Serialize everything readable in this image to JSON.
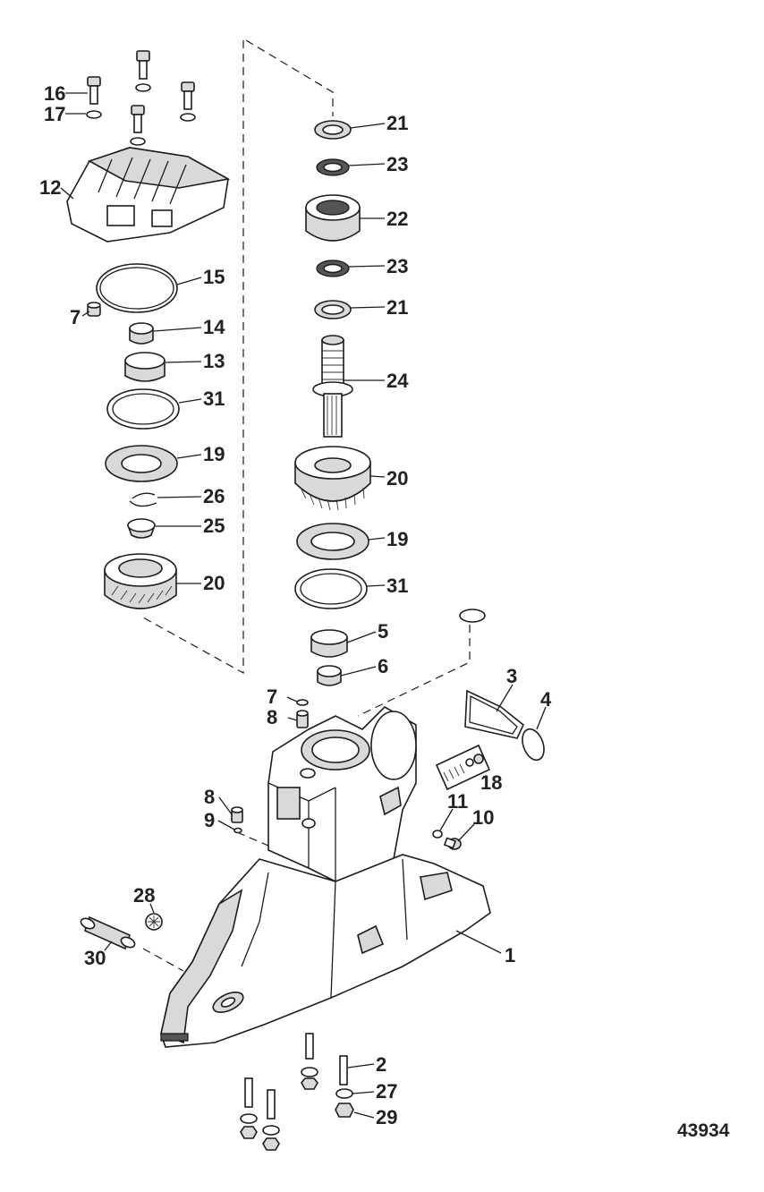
{
  "figure_number": "43934",
  "callouts": [
    {
      "id": "c16",
      "label": "16"
    },
    {
      "id": "c17",
      "label": "17"
    },
    {
      "id": "c12",
      "label": "12"
    },
    {
      "id": "c15",
      "label": "15"
    },
    {
      "id": "c7a",
      "label": "7"
    },
    {
      "id": "c14",
      "label": "14"
    },
    {
      "id": "c13",
      "label": "13"
    },
    {
      "id": "c31a",
      "label": "31"
    },
    {
      "id": "c19a",
      "label": "19"
    },
    {
      "id": "c26",
      "label": "26"
    },
    {
      "id": "c25",
      "label": "25"
    },
    {
      "id": "c20a",
      "label": "20"
    },
    {
      "id": "c21a",
      "label": "21"
    },
    {
      "id": "c23a",
      "label": "23"
    },
    {
      "id": "c22",
      "label": "22"
    },
    {
      "id": "c23b",
      "label": "23"
    },
    {
      "id": "c21b",
      "label": "21"
    },
    {
      "id": "c24",
      "label": "24"
    },
    {
      "id": "c20b",
      "label": "20"
    },
    {
      "id": "c19b",
      "label": "19"
    },
    {
      "id": "c31b",
      "label": "31"
    },
    {
      "id": "c5",
      "label": "5"
    },
    {
      "id": "c6",
      "label": "6"
    },
    {
      "id": "c3",
      "label": "3"
    },
    {
      "id": "c4",
      "label": "4"
    },
    {
      "id": "c7b",
      "label": "7"
    },
    {
      "id": "c8a",
      "label": "8"
    },
    {
      "id": "c18",
      "label": "18"
    },
    {
      "id": "c8b",
      "label": "8"
    },
    {
      "id": "c9",
      "label": "9"
    },
    {
      "id": "c11",
      "label": "11"
    },
    {
      "id": "c10",
      "label": "10"
    },
    {
      "id": "c28",
      "label": "28"
    },
    {
      "id": "c30",
      "label": "30"
    },
    {
      "id": "c1",
      "label": "1"
    },
    {
      "id": "c2",
      "label": "2"
    },
    {
      "id": "c27",
      "label": "27"
    },
    {
      "id": "c29",
      "label": "29"
    }
  ]
}
